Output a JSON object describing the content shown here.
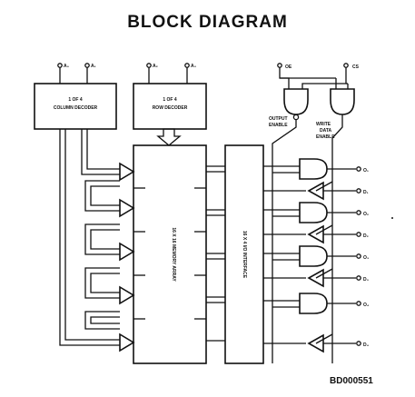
{
  "title": "BLOCK DIAGRAM",
  "doc_id": "BD000551",
  "pins": {
    "a0": "A₀",
    "a1": "A₁",
    "a2": "A₂",
    "a3": "A₃",
    "oe": "OE",
    "cs": "CS"
  },
  "blocks": {
    "col_decoder": [
      "1 OF 4",
      "COLUMN DECODER"
    ],
    "row_decoder": [
      "1 OF 4",
      "ROW DECODER"
    ],
    "memory_array": "16 X 16 MEMORY ARRAY",
    "io_interface": "16 X 4 I/O INTERFACE"
  },
  "labels": {
    "output_enable": [
      "OUTPUT",
      "ENABLE"
    ],
    "write_data_enable": [
      "WRITE",
      "DATA",
      "ENABLE"
    ]
  },
  "io": [
    {
      "out": "O₁",
      "in": "D₁"
    },
    {
      "out": "O₂",
      "in": "D₂"
    },
    {
      "out": "O₃",
      "in": "D₃"
    },
    {
      "out": "O₄",
      "in": "D₄"
    }
  ]
}
